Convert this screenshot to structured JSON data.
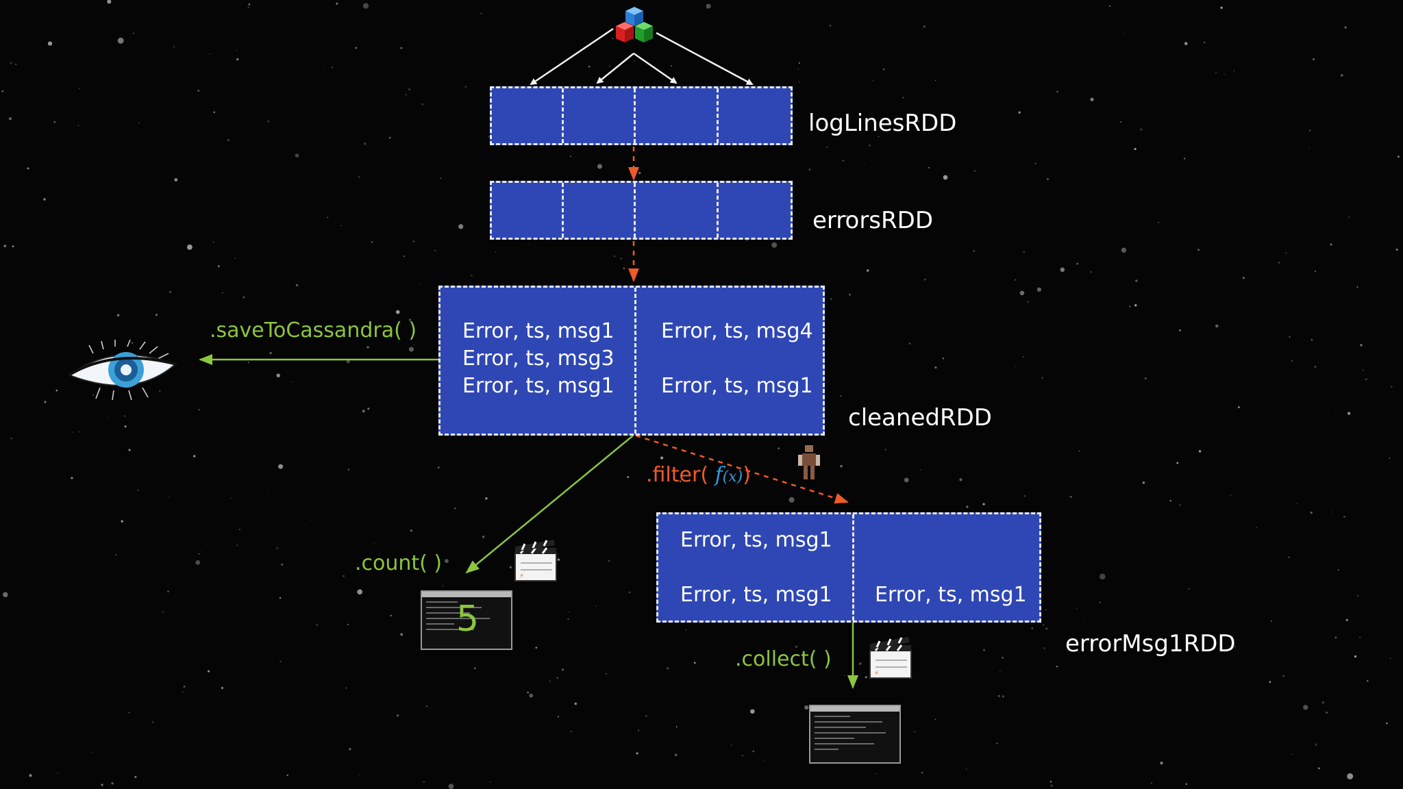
{
  "rdds": {
    "log_lines": {
      "label": "logLinesRDD"
    },
    "errors": {
      "label": "errorsRDD"
    },
    "cleaned": {
      "label": "cleanedRDD",
      "partition1": [
        "Error, ts, msg1",
        "Error, ts, msg3",
        "Error, ts, msg1"
      ],
      "partition2": [
        "Error, ts, msg4",
        "Error, ts, msg1"
      ]
    },
    "error_msg1": {
      "label": "errorMsg1RDD",
      "partition1": [
        "Error, ts, msg1",
        "Error, ts, msg1"
      ],
      "partition2": [
        "Error, ts, msg1"
      ]
    }
  },
  "operations": {
    "save": ".saveToCassandra(  )",
    "filter_prefix": ".filter( ",
    "filter_f": "f",
    "filter_x": "(x)",
    "filter_suffix": ")",
    "count": ".count(  )",
    "collect": ".collect(  )"
  },
  "results": {
    "count_value": "5"
  },
  "colors": {
    "partition_fill": "#2f47b4",
    "action_green": "#8cc63f",
    "transform_red": "#f05a28",
    "function_blue": "#2f9ce0"
  },
  "icons": [
    "data-source-cubes-icon",
    "cassandra-eye-icon",
    "film-clapper-icon",
    "terminal-icon",
    "robot-icon"
  ]
}
